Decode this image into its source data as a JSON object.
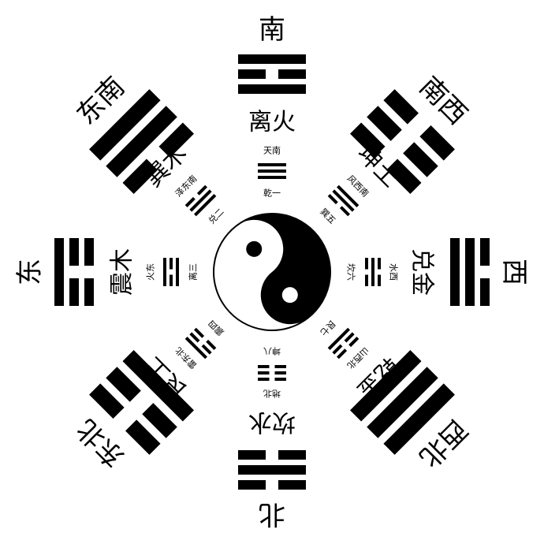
{
  "directions": [
    {
      "key": "S",
      "direction": "南",
      "element": "离火",
      "inner_direction": "天南",
      "inner_order": "乾一",
      "outer": [
        1,
        0,
        1
      ],
      "inner": [
        1,
        1,
        1
      ]
    },
    {
      "key": "SW",
      "direction": "南西",
      "element": "坤土",
      "inner_direction": "风西南",
      "inner_order": "巽五",
      "outer": [
        0,
        0,
        0
      ],
      "inner": [
        1,
        1,
        0
      ]
    },
    {
      "key": "W",
      "direction": "西",
      "element": "兑金",
      "inner_direction": "水西",
      "inner_order": "坎六",
      "outer": [
        0,
        1,
        1
      ],
      "inner": [
        0,
        1,
        0
      ]
    },
    {
      "key": "NW",
      "direction": "西北",
      "element": "乾金",
      "inner_direction": "山西北",
      "inner_order": "艮七",
      "outer": [
        1,
        1,
        1
      ],
      "inner": [
        0,
        0,
        1
      ]
    },
    {
      "key": "N",
      "direction": "北",
      "element": "坎水",
      "inner_direction": "地北",
      "inner_order": "坤八",
      "outer": [
        0,
        1,
        0
      ],
      "inner": [
        0,
        0,
        0
      ]
    },
    {
      "key": "NE",
      "direction": "东北",
      "element": "艮土",
      "inner_direction": "雷东北",
      "inner_order": "震四",
      "outer": [
        0,
        0,
        1
      ],
      "inner": [
        1,
        0,
        0
      ]
    },
    {
      "key": "E",
      "direction": "东",
      "element": "震木",
      "inner_direction": "火东",
      "inner_order": "离三",
      "outer": [
        1,
        0,
        0
      ],
      "inner": [
        1,
        0,
        1
      ]
    },
    {
      "key": "SE",
      "direction": "东南",
      "element": "巽木",
      "inner_direction": "泽东南",
      "inner_order": "兑二",
      "outer": [
        1,
        1,
        0
      ],
      "inner": [
        0,
        1,
        1
      ]
    }
  ],
  "taiji": {
    "colors": {
      "dark": "#000000",
      "light": "#ffffff"
    }
  }
}
